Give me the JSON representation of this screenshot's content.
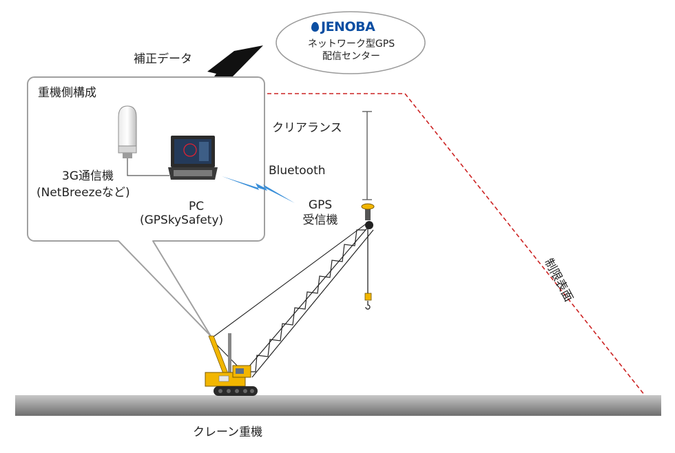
{
  "center": {
    "logo_text": "JENOBA",
    "line1": "ネットワーク型GPS",
    "line2": "配信センター"
  },
  "correction_label": "補正データ",
  "equipment_box": {
    "title": "重機側構成",
    "modem_line1": "3G通信機",
    "modem_line2": "(NetBreezeなど)",
    "pc_line1": "PC",
    "pc_line2": "(GPSkySafety)"
  },
  "bluetooth_label": "Bluetooth",
  "clearance_label": "クリアランス",
  "gps_line1": "GPS",
  "gps_line2": "受信機",
  "limit_surface_label": "制限表面",
  "crane_label": "クレーン重機",
  "colors": {
    "accent_blue": "#0b4ea2",
    "lightning_blue": "#3a8fd9",
    "limit_red": "#cc2222",
    "crane_yellow": "#f2b600",
    "ground_gray": "#8a8a8a"
  }
}
